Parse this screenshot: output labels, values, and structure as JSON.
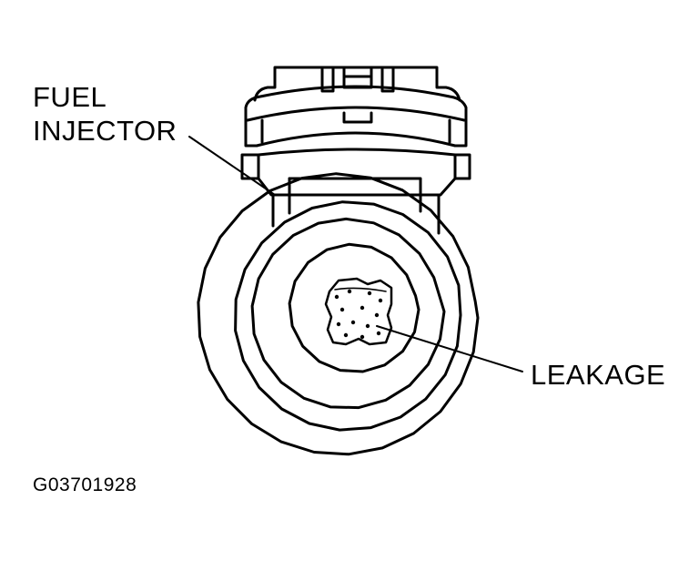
{
  "labels": {
    "fuel_injector_line1": "FUEL",
    "fuel_injector_line2": "INJECTOR",
    "leakage": "LEAKAGE"
  },
  "figure_id": "G03701928",
  "colors": {
    "ink": "#000000",
    "paper": "#ffffff"
  }
}
